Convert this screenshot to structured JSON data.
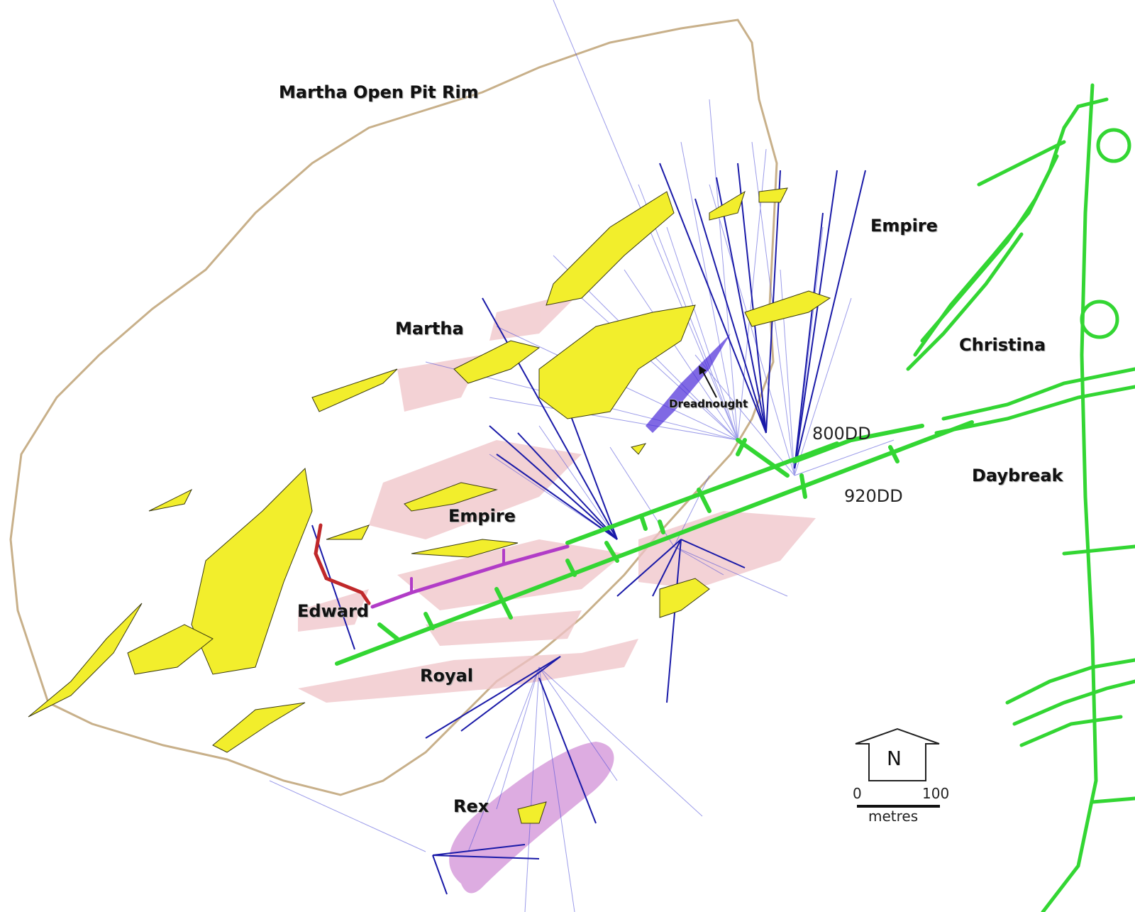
{
  "labels": {
    "pit_rim": "Martha Open Pit Rim",
    "martha": "Martha",
    "empire_ne": "Empire",
    "empire_c": "Empire",
    "christina": "Christina",
    "daybreak": "Daybreak",
    "dreadnought": "Dreadnought",
    "edward": "Edward",
    "royal": "Royal",
    "rex": "Rex",
    "level_800": "800DD",
    "level_920": "920DD"
  },
  "north_arrow": {
    "letter": "N"
  },
  "scale_bar": {
    "min": "0",
    "max": "100",
    "unit": "metres"
  },
  "colors": {
    "pit_rim": "#c8b08a",
    "vein_yellow": "#f2ee2c",
    "vein_pink": "#efc3c8",
    "rex_zone": "#d79ddc",
    "drill_hole": "#4a4ad8",
    "drill_hole_dark": "#1a1aa8",
    "development_green": "#33d633",
    "drive_purple": "#b13cc7",
    "drive_red": "#c0282a"
  }
}
